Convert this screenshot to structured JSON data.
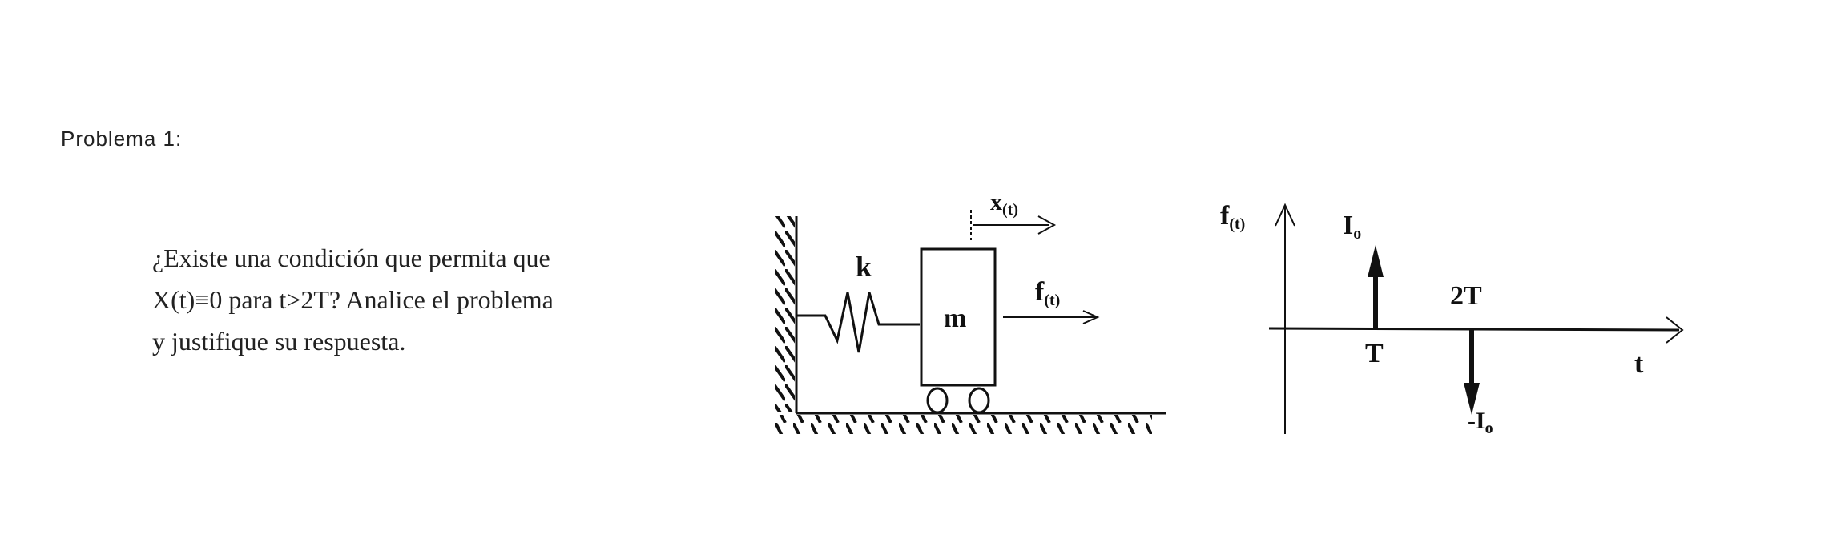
{
  "title": "Problema 1:",
  "question": {
    "lines": [
      "¿Existe una condición que permita que",
      "X(t)≡0 para t>2T? Analice el problema",
      "y justifique su respuesta."
    ]
  },
  "system_diagram": {
    "spring_label": "k",
    "mass_label": "m",
    "force_label": "f",
    "force_sub": "(t)",
    "displacement_label": "x",
    "displacement_sub": "(t)"
  },
  "force_graph": {
    "y_label": "f",
    "y_sub": "(t)",
    "x_label": "t",
    "impulse_up_label": "I",
    "impulse_up_sub": "o",
    "impulse_up_time": "T",
    "impulse_down_label": "-I",
    "impulse_down_sub": "o",
    "impulse_down_time": "2T"
  }
}
